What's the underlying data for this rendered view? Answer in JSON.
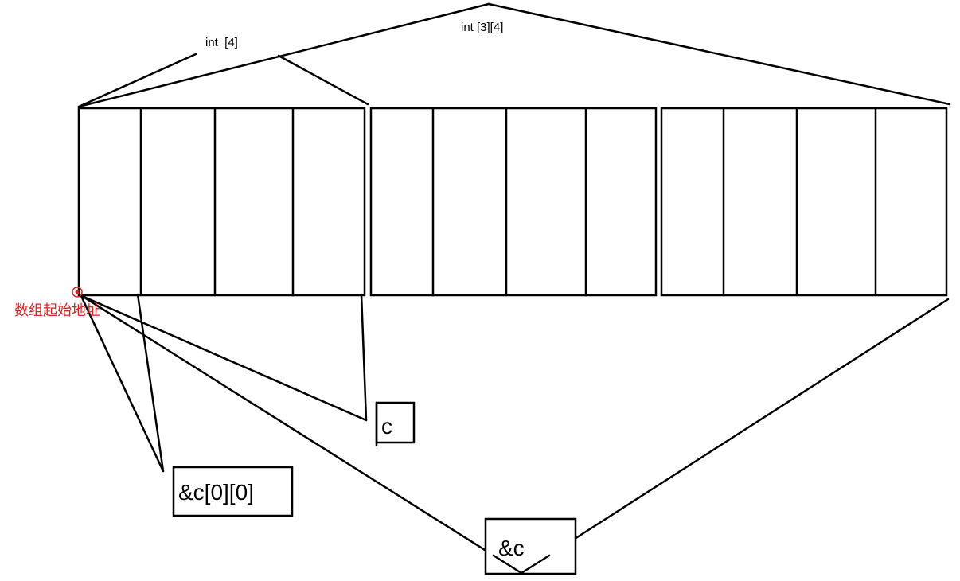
{
  "labels": {
    "row_type": "int  [4]",
    "array_type": "int [3][4]",
    "start_address": "数组起始地址",
    "c": "c",
    "first_element": "&c[0][0]",
    "address_of_c": "&c"
  },
  "structure": {
    "rows": 3,
    "cells_per_row": 4
  },
  "colors": {
    "lines": "#000000",
    "annotation": "#e02020"
  }
}
